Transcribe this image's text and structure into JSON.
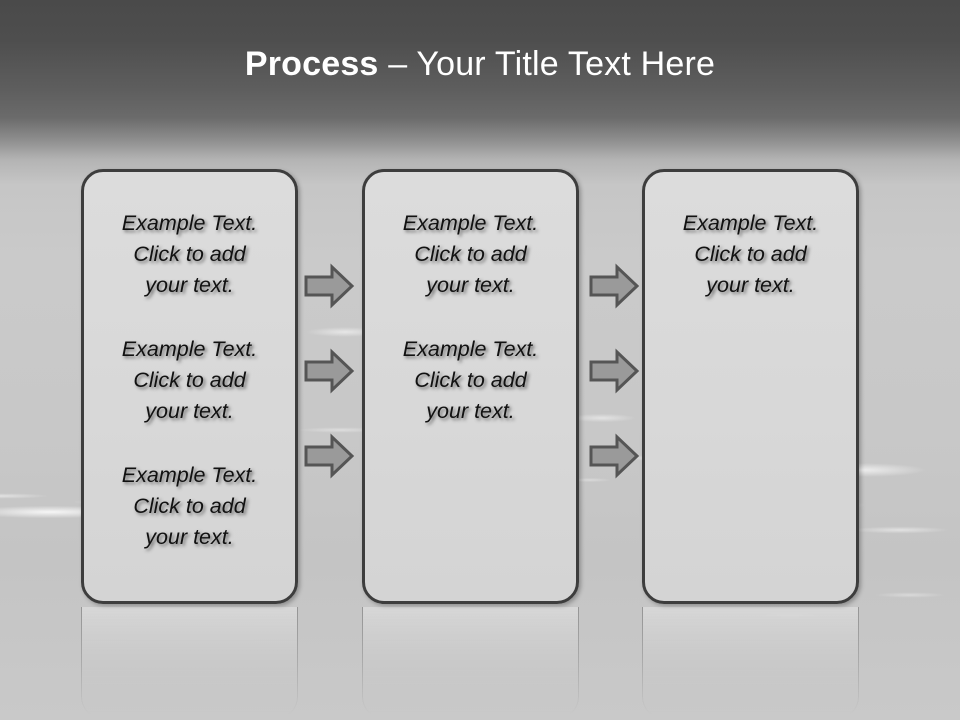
{
  "slide": {
    "title": {
      "strong": "Process",
      "rest": " – Your Title Text Here"
    },
    "colors": {
      "header_dark": "#4a4a4a",
      "background_light": "#c9c9c9",
      "box_fill": "#d8d8d8",
      "box_border": "#3d3d3d",
      "arrow_fill": "#9a9a9a",
      "arrow_border": "#555555",
      "title_text": "#ffffff",
      "body_text": "#111111"
    },
    "boxes": [
      {
        "name": "process-box-1",
        "texts": [
          "Example Text.\nClick  to add\nyour text.",
          "Example Text.\nClick  to add\nyour text.",
          "Example Text.\nClick  to add\nyour text."
        ]
      },
      {
        "name": "process-box-2",
        "texts": [
          "Example Text.\nClick  to add\nyour text.",
          "Example Text.\nClick  to add\nyour text."
        ]
      },
      {
        "name": "process-box-3",
        "texts": [
          "Example Text.\nClick  to add\nyour text."
        ]
      }
    ],
    "arrows": {
      "icon": "right-block-arrow-icon",
      "count": 6,
      "groups": [
        {
          "gap": "between-box-1-and-box-2",
          "rows": 3
        },
        {
          "gap": "between-box-2-and-box-3",
          "rows": 3
        }
      ]
    }
  }
}
